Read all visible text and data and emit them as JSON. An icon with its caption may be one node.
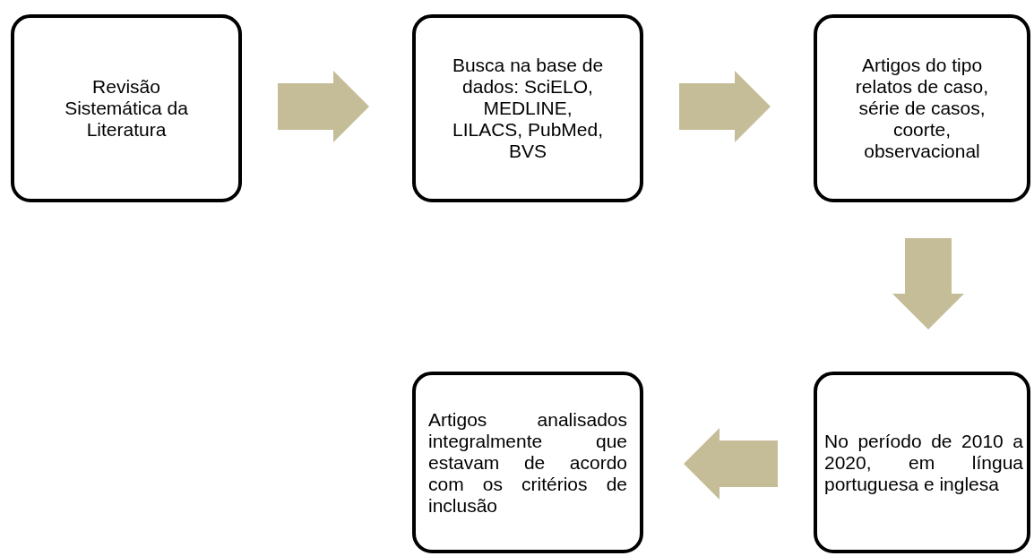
{
  "diagram": {
    "nodes": [
      {
        "text": [
          "Revisão Sistemática da Literatura"
        ]
      },
      {
        "text": [
          "Busca na base de dados: SciELO, MEDLINE, LILACS, PubMed, BVS"
        ]
      },
      {
        "text": [
          "Artigos do tipo relatos de caso, série de casos, coorte, observacional"
        ]
      },
      {
        "text": [
          "Artigos analisados integralmente que estavam de acordo com os critérios de inclusão"
        ]
      },
      {
        "text": [
          "No período de 2010 a 2020, em língua portuguesa e inglesa"
        ]
      }
    ],
    "edges": [
      {
        "from": 0,
        "to": 1,
        "arrow": "to"
      },
      {
        "from": 1,
        "to": 2,
        "arrow": "to"
      },
      {
        "from": 2,
        "to": 4,
        "arrow": "to"
      },
      {
        "from": 4,
        "to": 3,
        "arrow": "to"
      }
    ]
  }
}
